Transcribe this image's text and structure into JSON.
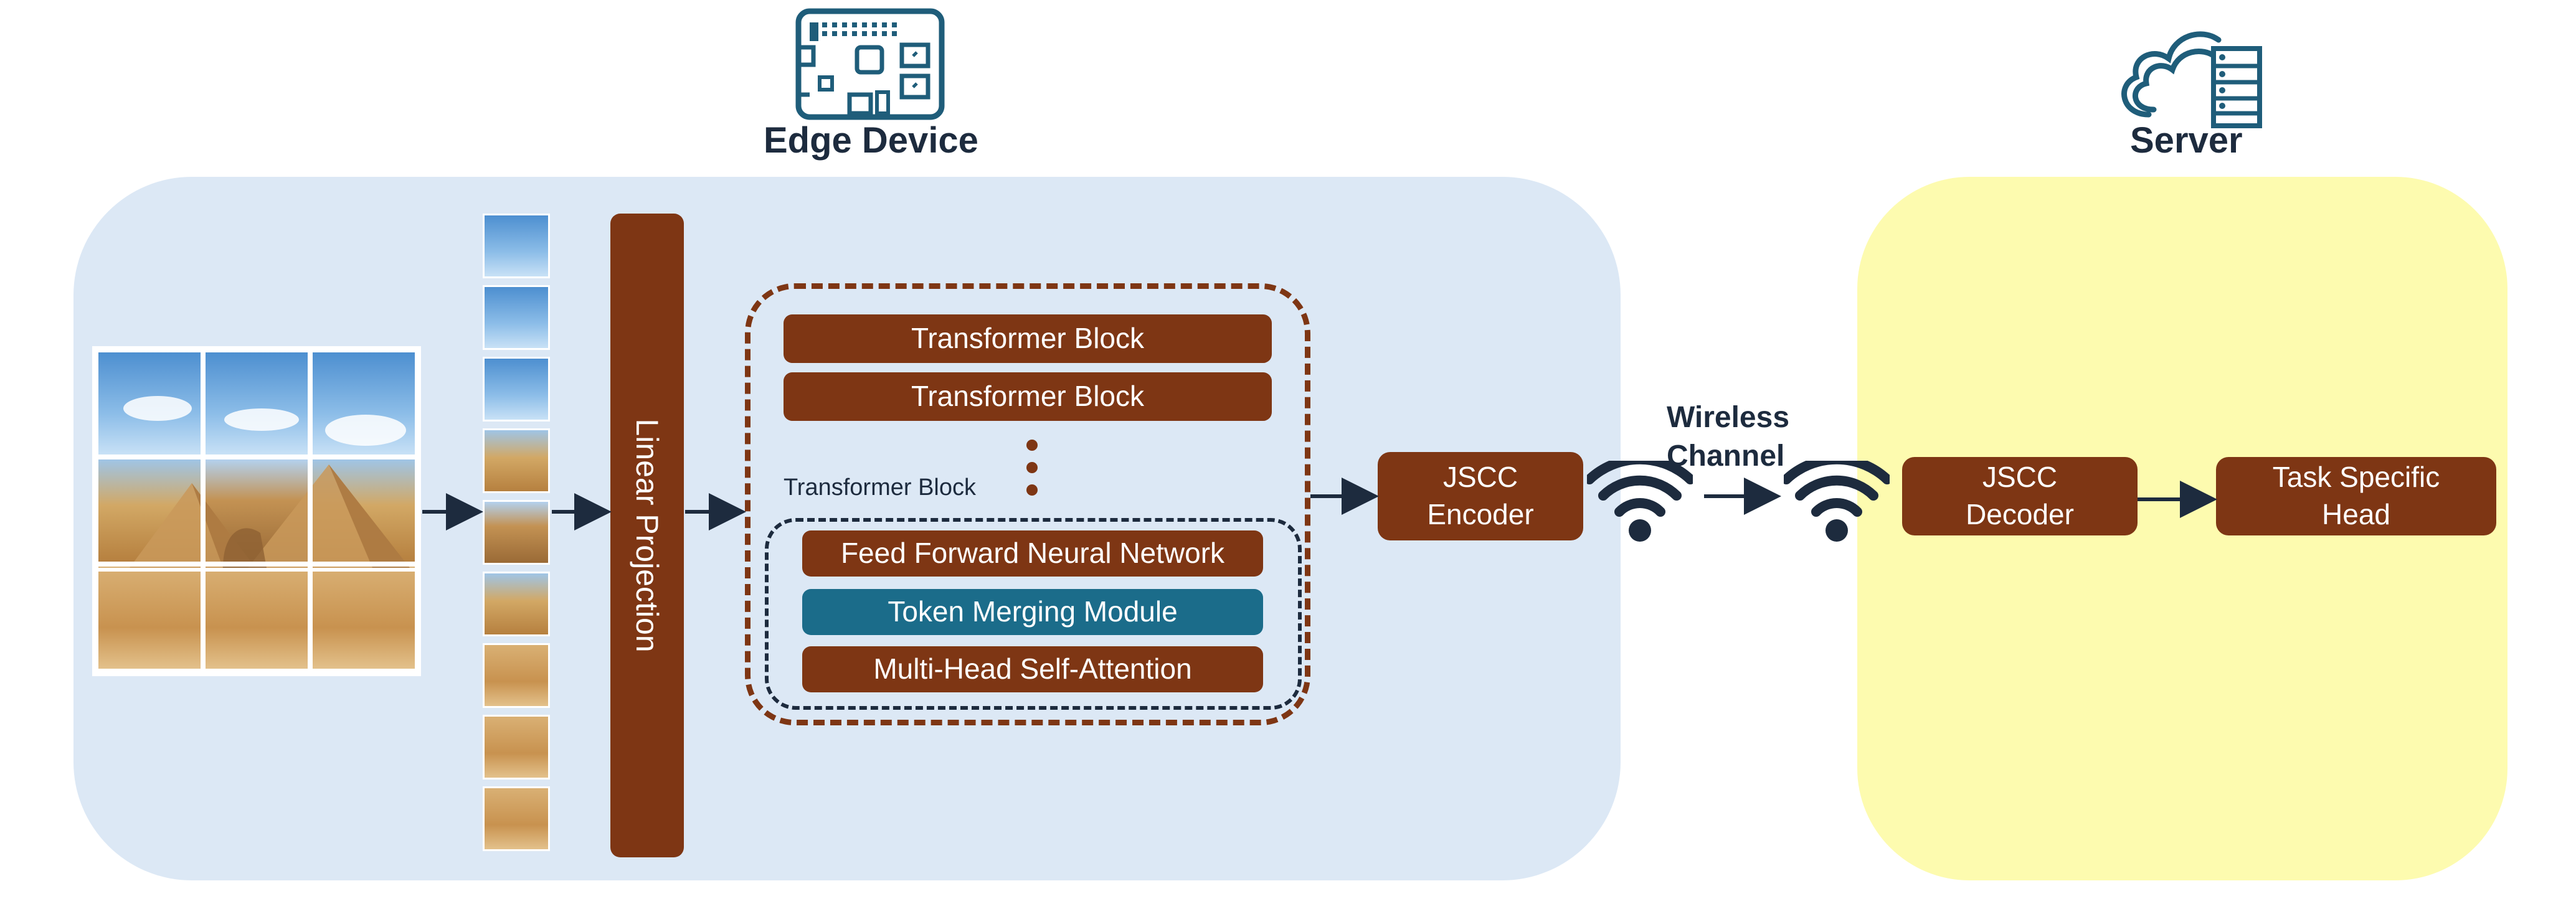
{
  "headings": {
    "edge_device": "Edge Device",
    "server": "Server"
  },
  "edge": {
    "linear_projection": "Linear Projection",
    "transformer_blocks": [
      "Transformer Block",
      "Transformer Block"
    ],
    "transformer_block_label": "Transformer Block",
    "inner_blocks": {
      "ffn": "Feed Forward Neural Network",
      "token_merging": "Token Merging Module",
      "mhsa": "Multi-Head Self-Attention"
    },
    "jscc_encoder": {
      "line1": "JSCC",
      "line2": "Encoder"
    }
  },
  "channel": {
    "line1": "Wireless",
    "line2": "Channel"
  },
  "server": {
    "jscc_decoder": {
      "line1": "JSCC",
      "line2": "Decoder"
    },
    "task_head": {
      "line1": "Task Specific",
      "line2": "Head"
    }
  },
  "icons": {
    "edge": "circuit-board-icon",
    "server": "cloud-server-icon",
    "wireless": "wifi-signal-icon"
  },
  "colors": {
    "edge_panel": "#dce8f5",
    "server_panel": "#fdfbaf",
    "block": "#7e3614",
    "token_merging": "#1b6c8a",
    "dark": "#1d2b3e",
    "icon": "#1f5d7a"
  }
}
